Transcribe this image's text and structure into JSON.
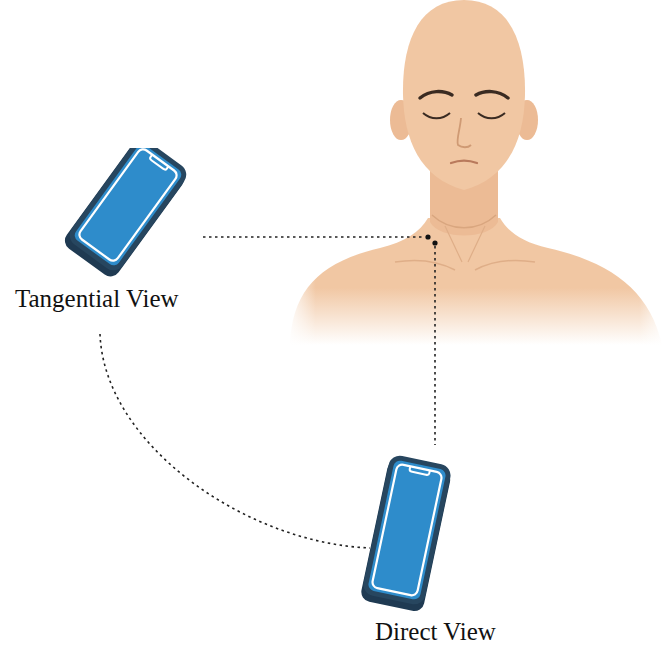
{
  "diagram": {
    "nodes": [
      {
        "text": [
          "Tangential View"
        ]
      },
      {
        "text": [
          "Direct View"
        ]
      }
    ],
    "edges": [
      {
        "from": 0,
        "to": 1,
        "arrow": "none"
      }
    ]
  }
}
